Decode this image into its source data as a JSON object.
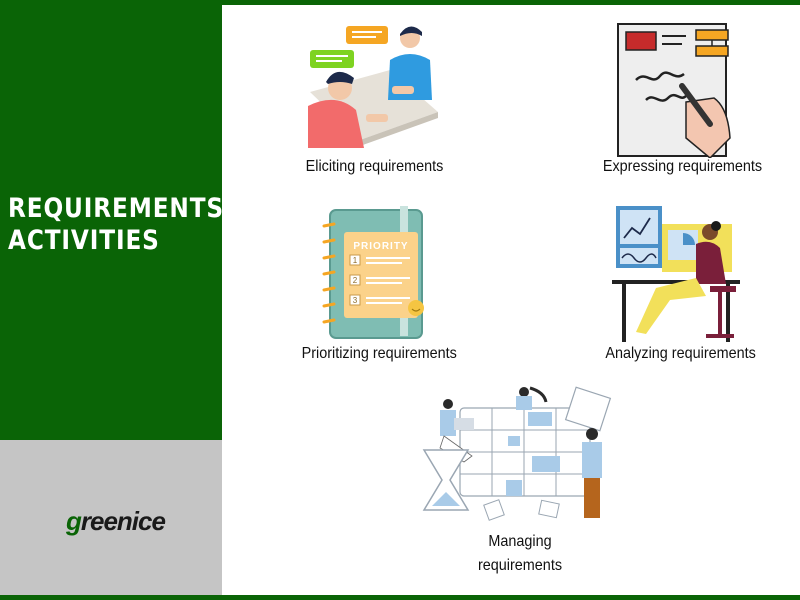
{
  "title": {
    "line1": "REQUIREMENTS",
    "line2": "ACTIVITIES"
  },
  "logo": {
    "first_letter": "g",
    "rest": "reenice"
  },
  "activities": [
    {
      "label": "Eliciting requirements"
    },
    {
      "label": "Expressing requirements"
    },
    {
      "label": "Prioritizing requirements"
    },
    {
      "label": "Analyzing requirements"
    },
    {
      "label_line1": "Managing",
      "label_line2": "requirements"
    }
  ],
  "priority_card": {
    "heading": "PRIORITY",
    "items": [
      "1",
      "2",
      "3"
    ]
  },
  "colors": {
    "brand_green": "#0a6406",
    "sidebar_grey": "#c5c5c5",
    "accent_blue": "#4a90c8",
    "accent_orange": "#f5a623",
    "accent_yellow": "#f2e05a"
  }
}
